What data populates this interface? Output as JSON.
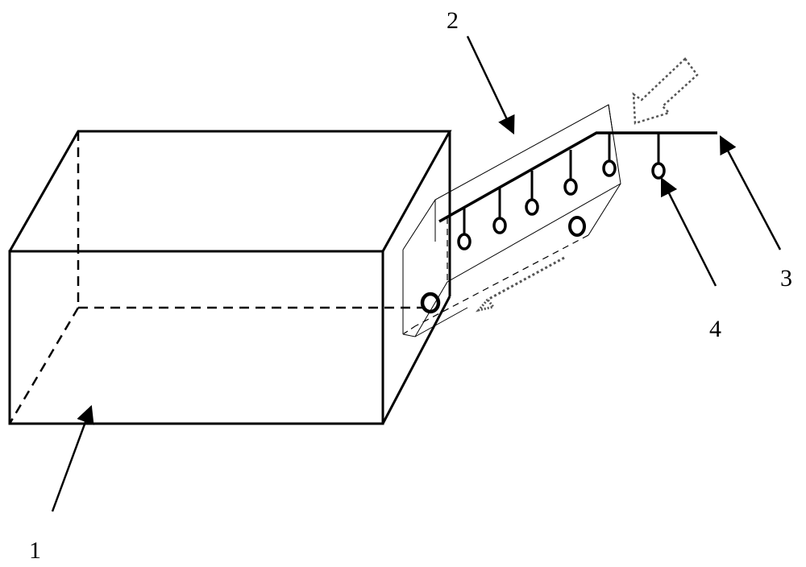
{
  "labels": {
    "box": "1",
    "chute": "2",
    "rail": "3",
    "hook": "4"
  },
  "colors": {
    "ink": "#000000",
    "dotted_arrow": "#555555"
  }
}
